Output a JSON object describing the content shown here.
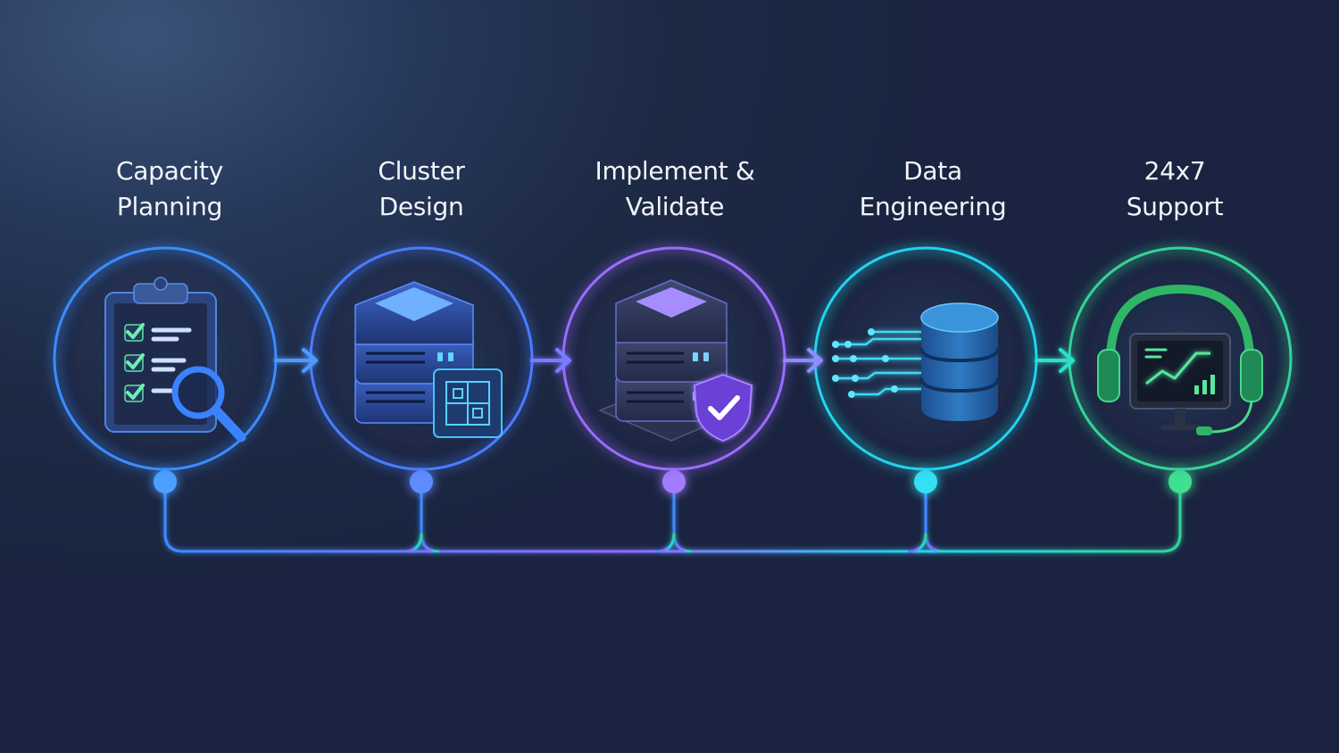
{
  "steps": [
    {
      "id": "capacity-planning",
      "title_line1": "Capacity",
      "title_line2": "Planning",
      "icon": "clipboard-checklist-icon",
      "color": "#3b8cff"
    },
    {
      "id": "cluster-design",
      "title_line1": "Cluster",
      "title_line2": "Design",
      "icon": "server-stack-blueprint-icon",
      "color": "#4a7dff"
    },
    {
      "id": "implement-validate",
      "title_line1": "Implement &",
      "title_line2": "Validate",
      "icon": "server-shield-icon",
      "color": "#9a6cff"
    },
    {
      "id": "data-engineering",
      "title_line1": "Data",
      "title_line2": "Engineering",
      "icon": "database-pipeline-icon",
      "color": "#22d3ee"
    },
    {
      "id": "support",
      "title_line1": "24x7",
      "title_line2": "Support",
      "icon": "headset-monitor-icon",
      "color": "#34d399"
    }
  ]
}
